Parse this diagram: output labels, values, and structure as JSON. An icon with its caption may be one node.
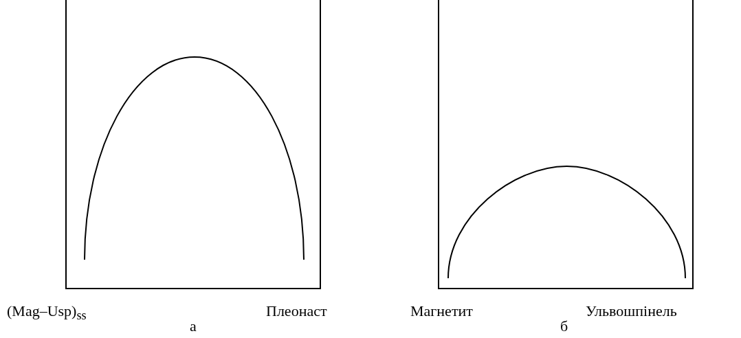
{
  "diagram": {
    "labels": [
      "(Mag–Usp)$_{ss}$",
      "Плеонаст",
      "а",
      "Магнетит",
      "Ульвошпінель",
      "б"
    ]
  }
}
